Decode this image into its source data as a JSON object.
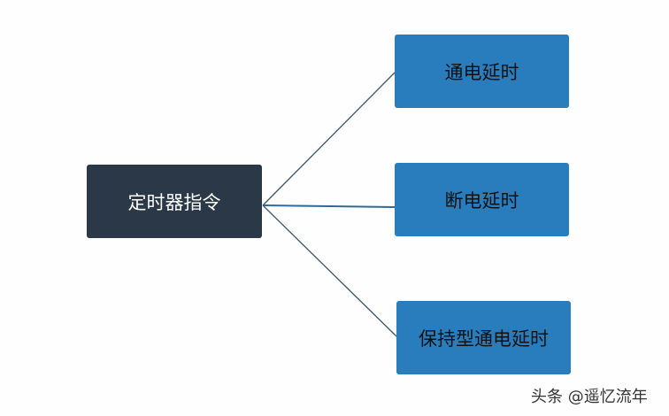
{
  "root": {
    "label": "定时器指令"
  },
  "children": [
    {
      "label": "通电延时"
    },
    {
      "label": "断电延时"
    },
    {
      "label": "保持型通电延时"
    }
  ],
  "watermark": "头条 @遥忆流年",
  "colors": {
    "root": "#2b3848",
    "child": "#2a7dbd",
    "connector": "#3a5670"
  }
}
